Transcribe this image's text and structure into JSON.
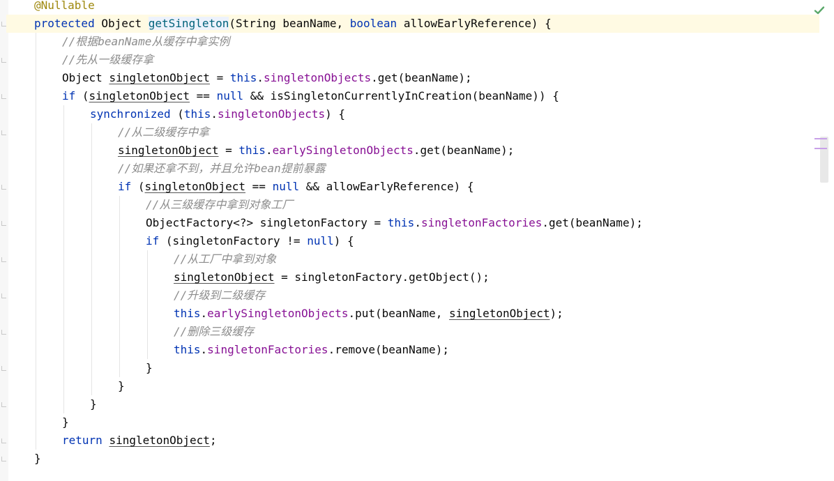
{
  "editor": {
    "lines": [
      {
        "indent": 0,
        "tokens": [
          {
            "t": "@Nullable",
            "c": "ann"
          }
        ]
      },
      {
        "indent": 0,
        "tokens": [
          {
            "t": "protected",
            "c": "kw"
          },
          {
            "t": " Object "
          },
          {
            "t": "getSingleton",
            "c": "fn decl"
          },
          {
            "t": "(String beanName, "
          },
          {
            "t": "boolean",
            "c": "kw"
          },
          {
            "t": " allowEarlyReference) {"
          }
        ]
      },
      {
        "indent": 1,
        "tokens": [
          {
            "t": "//根据beanName从缓存中拿实例",
            "c": "cmt"
          }
        ]
      },
      {
        "indent": 1,
        "tokens": [
          {
            "t": "//先从一级缓存拿",
            "c": "cmt"
          }
        ]
      },
      {
        "indent": 1,
        "tokens": [
          {
            "t": "Object "
          },
          {
            "t": "singletonObject",
            "c": "var"
          },
          {
            "t": " = "
          },
          {
            "t": "this",
            "c": "kw"
          },
          {
            "t": "."
          },
          {
            "t": "singletonObjects",
            "c": "fld"
          },
          {
            "t": ".get(beanName);"
          }
        ]
      },
      {
        "indent": 1,
        "tokens": [
          {
            "t": "if",
            "c": "kw"
          },
          {
            "t": " ("
          },
          {
            "t": "singletonObject",
            "c": "var"
          },
          {
            "t": " == "
          },
          {
            "t": "null",
            "c": "kw"
          },
          {
            "t": " && isSingletonCurrentlyInCreation(beanName)) {"
          }
        ]
      },
      {
        "indent": 2,
        "tokens": [
          {
            "t": "synchronized",
            "c": "kw"
          },
          {
            "t": " ("
          },
          {
            "t": "this",
            "c": "kw"
          },
          {
            "t": "."
          },
          {
            "t": "singletonObjects",
            "c": "fld"
          },
          {
            "t": ") {"
          }
        ]
      },
      {
        "indent": 3,
        "tokens": [
          {
            "t": "//从二级缓存中拿",
            "c": "cmt"
          }
        ]
      },
      {
        "indent": 3,
        "tokens": [
          {
            "t": "singletonObject",
            "c": "var"
          },
          {
            "t": " = "
          },
          {
            "t": "this",
            "c": "kw"
          },
          {
            "t": "."
          },
          {
            "t": "earlySingletonObjects",
            "c": "fld"
          },
          {
            "t": ".get(beanName);"
          }
        ]
      },
      {
        "indent": 3,
        "tokens": [
          {
            "t": "//如果还拿不到，并且允许bean提前暴露",
            "c": "cmt"
          }
        ]
      },
      {
        "indent": 3,
        "tokens": [
          {
            "t": "if",
            "c": "kw"
          },
          {
            "t": " ("
          },
          {
            "t": "singletonObject",
            "c": "var"
          },
          {
            "t": " == "
          },
          {
            "t": "null",
            "c": "kw"
          },
          {
            "t": " && allowEarlyReference) {"
          }
        ]
      },
      {
        "indent": 4,
        "tokens": [
          {
            "t": "//从三级缓存中拿到对象工厂",
            "c": "cmt"
          }
        ]
      },
      {
        "indent": 4,
        "tokens": [
          {
            "t": "ObjectFactory<?> singletonFactory = "
          },
          {
            "t": "this",
            "c": "kw"
          },
          {
            "t": "."
          },
          {
            "t": "singletonFactories",
            "c": "fld"
          },
          {
            "t": ".get(beanName);"
          }
        ]
      },
      {
        "indent": 4,
        "tokens": [
          {
            "t": "if",
            "c": "kw"
          },
          {
            "t": " (singletonFactory != "
          },
          {
            "t": "null",
            "c": "kw"
          },
          {
            "t": ") {"
          }
        ]
      },
      {
        "indent": 5,
        "tokens": [
          {
            "t": "//从工厂中拿到对象",
            "c": "cmt"
          }
        ]
      },
      {
        "indent": 5,
        "tokens": [
          {
            "t": "singletonObject",
            "c": "var"
          },
          {
            "t": " = singletonFactory.getObject();"
          }
        ]
      },
      {
        "indent": 5,
        "tokens": [
          {
            "t": "//升级到二级缓存",
            "c": "cmt"
          }
        ]
      },
      {
        "indent": 5,
        "tokens": [
          {
            "t": "this",
            "c": "kw"
          },
          {
            "t": "."
          },
          {
            "t": "earlySingletonObjects",
            "c": "fld"
          },
          {
            "t": ".put(beanName, "
          },
          {
            "t": "singletonObject",
            "c": "var"
          },
          {
            "t": ");"
          }
        ]
      },
      {
        "indent": 5,
        "tokens": [
          {
            "t": "//删除三级缓存",
            "c": "cmt"
          }
        ]
      },
      {
        "indent": 5,
        "tokens": [
          {
            "t": "this",
            "c": "kw"
          },
          {
            "t": "."
          },
          {
            "t": "singletonFactories",
            "c": "fld"
          },
          {
            "t": ".remove(beanName);"
          }
        ]
      },
      {
        "indent": 4,
        "tokens": [
          {
            "t": "}"
          }
        ]
      },
      {
        "indent": 3,
        "tokens": [
          {
            "t": "}"
          }
        ]
      },
      {
        "indent": 2,
        "tokens": [
          {
            "t": "}"
          }
        ]
      },
      {
        "indent": 1,
        "tokens": [
          {
            "t": "}"
          }
        ]
      },
      {
        "indent": 1,
        "tokens": [
          {
            "t": "return",
            "c": "kw"
          },
          {
            "t": " "
          },
          {
            "t": "singletonObject",
            "c": "var"
          },
          {
            "t": ";"
          }
        ]
      },
      {
        "indent": 0,
        "tokens": [
          {
            "t": "}"
          }
        ]
      }
    ]
  },
  "status": {
    "inspection_icon": "check-icon",
    "inspection_color": "#59a869"
  },
  "colors": {
    "keyword": "#0033b3",
    "annotation": "#9e880d",
    "method": "#00627a",
    "field": "#871094",
    "comment": "#8c8c8c",
    "current_line": "#fffae3"
  }
}
